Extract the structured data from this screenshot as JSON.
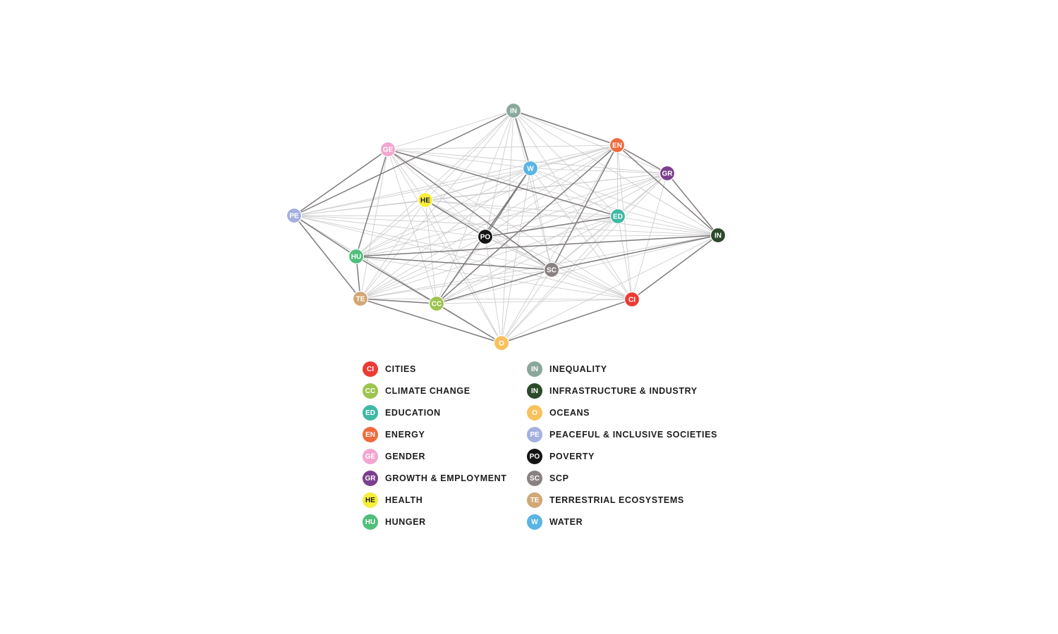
{
  "nodes": [
    {
      "id": "IN1",
      "code": "IN",
      "color": "#8aa79a",
      "text_color": "#ffffff"
    },
    {
      "id": "GE",
      "code": "GE",
      "color": "#f3a6cf",
      "text_color": "#ffffff"
    },
    {
      "id": "EN",
      "code": "EN",
      "color": "#ef6a3c",
      "text_color": "#ffffff"
    },
    {
      "id": "W",
      "code": "W",
      "color": "#5ab4e5",
      "text_color": "#ffffff"
    },
    {
      "id": "GR",
      "code": "GR",
      "color": "#7c3f8e",
      "text_color": "#ffffff"
    },
    {
      "id": "HE",
      "code": "HE",
      "color": "#f6ee3a",
      "text_color": "#1c1c1c"
    },
    {
      "id": "PE",
      "code": "PE",
      "color": "#a3b0e0",
      "text_color": "#ffffff"
    },
    {
      "id": "ED",
      "code": "ED",
      "color": "#3fb8a4",
      "text_color": "#ffffff"
    },
    {
      "id": "PO",
      "code": "PO",
      "color": "#151515",
      "text_color": "#ffffff"
    },
    {
      "id": "IN2",
      "code": "IN",
      "color": "#2c4a2a",
      "text_color": "#ffffff"
    },
    {
      "id": "HU",
      "code": "HU",
      "color": "#4fbf7a",
      "text_color": "#ffffff"
    },
    {
      "id": "SC",
      "code": "SC",
      "color": "#8a8282",
      "text_color": "#ffffff"
    },
    {
      "id": "TE",
      "code": "TE",
      "color": "#d2a776",
      "text_color": "#ffffff"
    },
    {
      "id": "CC",
      "code": "CC",
      "color": "#9cc44e",
      "text_color": "#ffffff"
    },
    {
      "id": "CI",
      "code": "CI",
      "color": "#ec3b34",
      "text_color": "#ffffff"
    },
    {
      "id": "O",
      "code": "O",
      "color": "#f7c15c",
      "text_color": "#ffffff"
    }
  ],
  "strong_edges": [
    [
      "GE",
      "PE"
    ],
    [
      "GE",
      "HU"
    ],
    [
      "GE",
      "ED"
    ],
    [
      "GE",
      "SC"
    ],
    [
      "EN",
      "CC"
    ],
    [
      "EN",
      "SC"
    ],
    [
      "EN",
      "IN2"
    ],
    [
      "IN1",
      "PE"
    ],
    [
      "IN1",
      "EN"
    ],
    [
      "IN1",
      "W"
    ],
    [
      "EN",
      "GR"
    ],
    [
      "GR",
      "IN2"
    ],
    [
      "IN2",
      "CI"
    ],
    [
      "CI",
      "O"
    ],
    [
      "PE",
      "HU"
    ],
    [
      "PE",
      "TE"
    ],
    [
      "HU",
      "TE"
    ],
    [
      "HU",
      "SC"
    ],
    [
      "HU",
      "CC"
    ],
    [
      "TE",
      "CC"
    ],
    [
      "TE",
      "O"
    ],
    [
      "CC",
      "O"
    ],
    [
      "W",
      "CC"
    ],
    [
      "W",
      "PO"
    ],
    [
      "PO",
      "ED"
    ],
    [
      "CC",
      "SC"
    ],
    [
      "IN2",
      "HU"
    ],
    [
      "HE",
      "PO"
    ],
    [
      "SC",
      "IN2"
    ]
  ],
  "legend": {
    "left": [
      {
        "code": "CI",
        "label": "CITIES",
        "color": "#ec3b34",
        "text_color": "#ffffff"
      },
      {
        "code": "CC",
        "label": "CLIMATE CHANGE",
        "color": "#9cc44e",
        "text_color": "#ffffff"
      },
      {
        "code": "ED",
        "label": "EDUCATION",
        "color": "#3fb8a4",
        "text_color": "#ffffff"
      },
      {
        "code": "EN",
        "label": "ENERGY",
        "color": "#ef6a3c",
        "text_color": "#ffffff"
      },
      {
        "code": "GE",
        "label": "GENDER",
        "color": "#f3a6cf",
        "text_color": "#ffffff"
      },
      {
        "code": "GR",
        "label": "GROWTH & EMPLOYMENT",
        "color": "#7c3f8e",
        "text_color": "#ffffff"
      },
      {
        "code": "HE",
        "label": "HEALTH",
        "color": "#f6ee3a",
        "text_color": "#1c1c1c"
      },
      {
        "code": "HU",
        "label": "HUNGER",
        "color": "#4fbf7a",
        "text_color": "#ffffff"
      }
    ],
    "right": [
      {
        "code": "IN",
        "label": "INEQUALITY",
        "color": "#8aa79a",
        "text_color": "#ffffff"
      },
      {
        "code": "IN",
        "label": "INFRASTRUCTURE & INDUSTRY",
        "color": "#2c4a2a",
        "text_color": "#ffffff"
      },
      {
        "code": "O",
        "label": "OCEANS",
        "color": "#f7c15c",
        "text_color": "#ffffff"
      },
      {
        "code": "PE",
        "label": "PEACEFUL & INCLUSIVE SOCIETIES",
        "color": "#a3b0e0",
        "text_color": "#ffffff"
      },
      {
        "code": "PO",
        "label": "POVERTY",
        "color": "#151515",
        "text_color": "#ffffff"
      },
      {
        "code": "SC",
        "label": "SCP",
        "color": "#8a8282",
        "text_color": "#ffffff"
      },
      {
        "code": "TE",
        "label": "TERRESTRIAL ECOSYSTEMS",
        "color": "#d2a776",
        "text_color": "#ffffff"
      },
      {
        "code": "W",
        "label": "WATER",
        "color": "#5ab4e5",
        "text_color": "#ffffff"
      }
    ]
  }
}
